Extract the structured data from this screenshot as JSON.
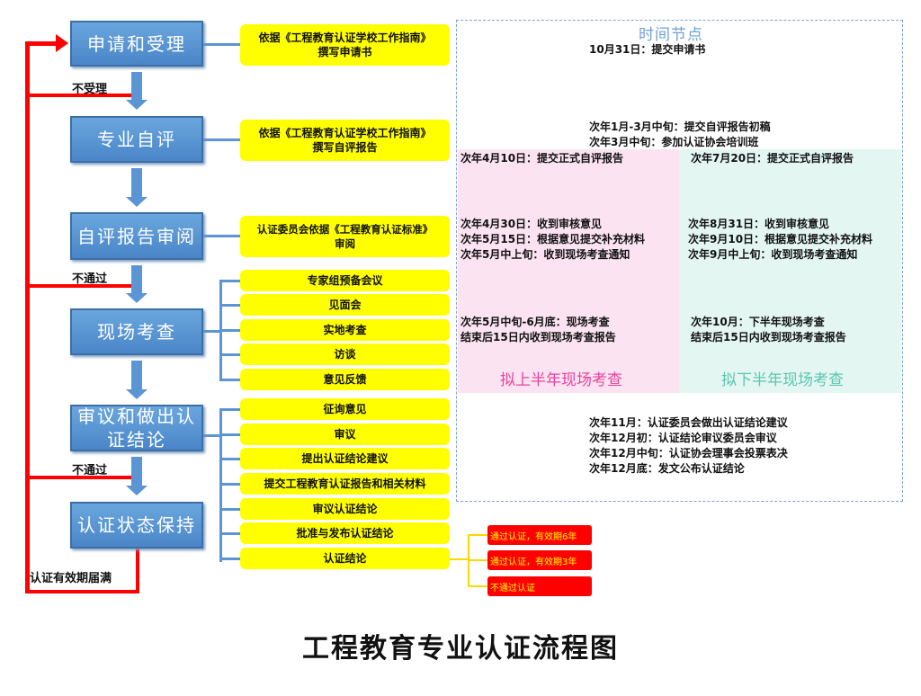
{
  "steps": [
    "申请和受理",
    "专业自评",
    "自评报告审阅",
    "现场考查",
    "审议和做出认证结论",
    "认证状态保持"
  ],
  "loop_labels": {
    "not_accepted": "不受理",
    "not_passed_1": "不通过",
    "not_passed_2": "不通过",
    "expired": "认证有效期届满"
  },
  "basis": [
    {
      "line1": "依据《工程教育认证学校工作指南》",
      "line2": "撰写申请书"
    },
    {
      "line1": "依据《工程教育认证学校工作指南》",
      "line2": "撰写自评报告"
    },
    {
      "line1": "认证委员会依据《工程教育认证标准》",
      "line2": "审阅"
    }
  ],
  "site_visit_items": [
    "专家组预备会议",
    "见面会",
    "实地考查",
    "访谈",
    "意见反馈"
  ],
  "conclusion_items": [
    "征询意见",
    "审议",
    "提出认证结论建议",
    "提交工程教育认证报告和相关材料",
    "审议认证结论",
    "批准与发布认证结论",
    "认证结论"
  ],
  "outcomes": [
    "通过认证，有效期6年",
    "通过认证，有效期3年",
    "不通过认证"
  ],
  "timeline": {
    "title": "时间节点",
    "apply": "10月31日：提交申请书",
    "self_eval": [
      "次年1月-3月中旬：提交自评报告初稿",
      "次年3月中旬：参加认证协会培训班"
    ],
    "first_half": {
      "submit": "次年4月10日：提交正式自评报告",
      "review": [
        "次年4月30日：收到审核意见",
        "次年5月15日：根据意见提交补充材料",
        "次年5月中上旬：收到现场考查通知"
      ],
      "visit": [
        "次年5月中旬-6月底：现场考查",
        "结束后15日内收到现场考查报告"
      ],
      "label": "拟上半年现场考查"
    },
    "second_half": {
      "submit": "次年7月20日：提交正式自评报告",
      "review": [
        "次年8月31日：收到审核意见",
        "次年9月10日：根据意见提交补充材料",
        "次年9月中上旬：收到现场考查通知"
      ],
      "visit": [
        "次年10月：下半年现场考查",
        "结束后15日内收到现场考查报告"
      ],
      "label": "拟下半年现场考查"
    },
    "conclusion": [
      "次年11月：认证委员会做出认证结论建议",
      "次年12月初：认证结论审议委员会审议",
      "次年12月中旬：认证协会理事会投票表决",
      "次年12月底：发文公布认证结论"
    ]
  },
  "title": "工程教育专业认证流程图",
  "colors": {
    "step": "#4a86c8",
    "basis": "#ffff00",
    "loop": "#ff0000",
    "pink": "#e6449e",
    "teal": "#5cc6b0"
  }
}
